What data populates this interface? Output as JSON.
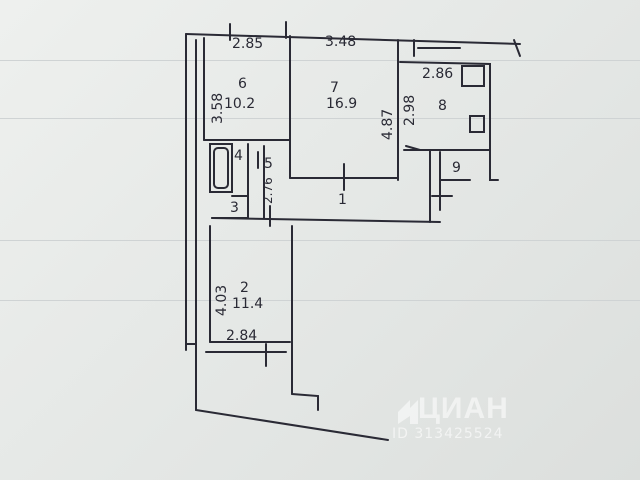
{
  "rooms": [
    {
      "id": "6",
      "area": "10.2",
      "width": "2.85",
      "length": "3.58"
    },
    {
      "id": "7",
      "area": "16.9",
      "width": "3.48",
      "length": "4.87"
    },
    {
      "id": "8",
      "width": "2.86",
      "length": "2.98"
    },
    {
      "id": "9"
    },
    {
      "id": "1"
    },
    {
      "id": "2",
      "area": "11.4",
      "width": "2.84",
      "length": "4.03"
    },
    {
      "id": "4"
    },
    {
      "id": "5"
    },
    {
      "id": "3",
      "length": "2.76"
    }
  ],
  "watermark": {
    "brand": "ЦИАН",
    "id_text": "ID 313425524"
  },
  "colors": {
    "ink": "#2a2a35",
    "paper": "#e9ebe8"
  }
}
